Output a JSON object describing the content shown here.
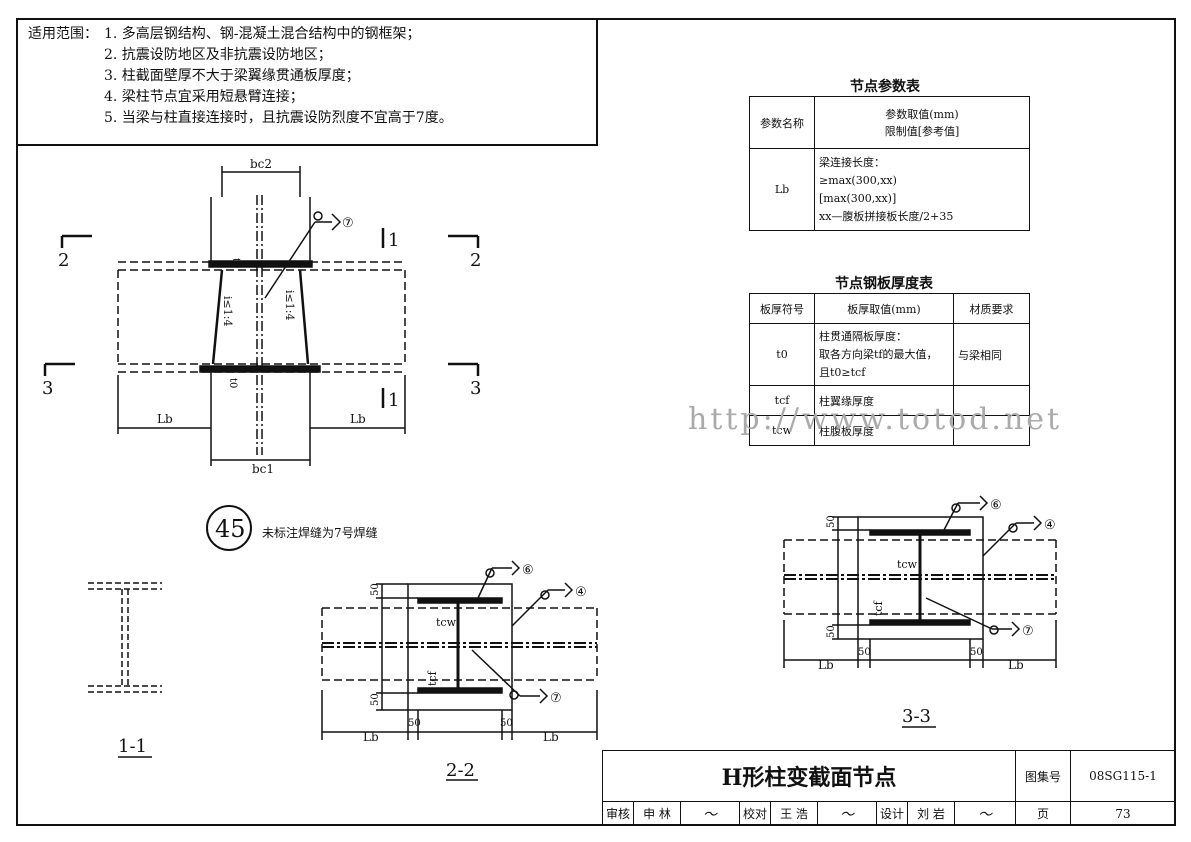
{
  "scope": {
    "label": "适用范围：",
    "items": [
      "1. 多高层钢结构、钢-混凝土混合结构中的钢框架；",
      "2. 抗震设防地区及非抗震设防地区；",
      "3. 柱截面壁厚不大于梁翼缘贯通板厚度；",
      "4. 梁柱节点宜采用短悬臂连接；",
      "5. 当梁与柱直接连接时，且抗震设防烈度不宜高于7度。"
    ]
  },
  "param_table": {
    "title": "节点参数表",
    "header_name": "参数名称",
    "header_value_line1": "参数取值(mm)",
    "header_value_line2": "限制值[参考值]",
    "row_name": "Lb",
    "row_lines": [
      "梁连接长度：",
      "≥max(300,xx)",
      "[max(300,xx)]",
      "xx—腹板拼接板长度/2+35"
    ]
  },
  "plate_table": {
    "title": "节点钢板厚度表",
    "headers": [
      "板厚符号",
      "板厚取值(mm)",
      "材质要求"
    ],
    "rows": [
      {
        "symbol": "t0",
        "value_lines": [
          "柱贯通隔板厚度：",
          "取各方向梁tf的最大值，",
          "且t0≥tcf"
        ],
        "material": "与梁相同"
      },
      {
        "symbol": "tcf",
        "value_lines": [
          "柱翼缘厚度"
        ],
        "material": ""
      },
      {
        "symbol": "tcw",
        "value_lines": [
          "柱腹板厚度"
        ],
        "material": ""
      }
    ]
  },
  "watermark": "http://www.totod.net",
  "elevation": {
    "bc2": "bc2",
    "bc1": "bc1",
    "lb": "Lb",
    "t0": "t0",
    "slope": "i≤1:4",
    "sec2": "2",
    "sec3": "3",
    "sec1": "1",
    "weld": "⑦"
  },
  "node_number": "45",
  "note": "未标注焊缝为7号焊缝",
  "section_labels": {
    "s1": "1-1",
    "s2": "2-2",
    "s3": "3-3"
  },
  "section_dims": {
    "d50": "50",
    "lb": "Lb",
    "tcw": "tcw",
    "tcf": "tcf",
    "w6": "⑥",
    "w4": "④",
    "w7": "⑦"
  },
  "title_block": {
    "title": "H形柱变截面节点",
    "atlas_label": "图集号",
    "atlas_no": "08SG115-1",
    "page_label": "页",
    "page_no": "73",
    "review": "审核",
    "reviewer": "申 林",
    "check": "校对",
    "checker": "王 浩",
    "design": "设计",
    "designer": "刘 岩"
  }
}
